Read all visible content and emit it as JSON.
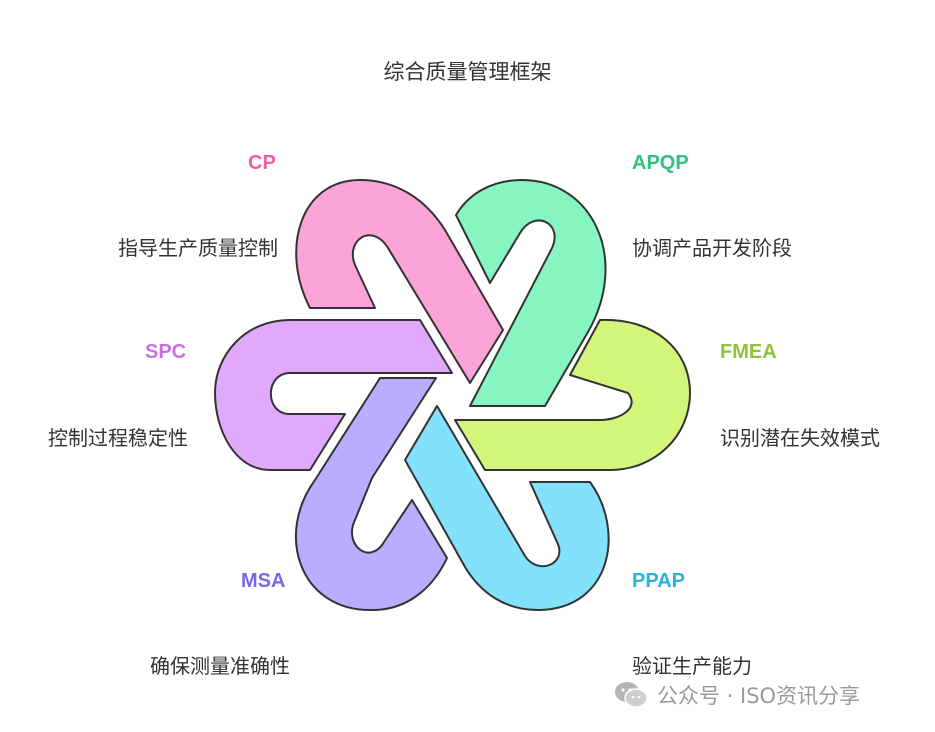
{
  "title": "综合质量管理框架",
  "colors": {
    "cp": "#ef5ea8",
    "apqp": "#2fc17f",
    "fmea": "#8fc23a",
    "ppap": "#25b3e0",
    "msa": "#7b66e8",
    "spc": "#c76ee8",
    "cp_fill": "#fca3d7",
    "apqp_fill": "#86f5c2",
    "fmea_fill": "#d3f57a",
    "ppap_fill": "#83e1fb",
    "msa_fill": "#baacff",
    "spc_fill": "#e1a9fb"
  },
  "nodes": {
    "cp": {
      "title": "CP",
      "desc": "指导生产质量控制"
    },
    "apqp": {
      "title": "APQP",
      "desc": "协调产品开发阶段"
    },
    "fmea": {
      "title": "FMEA",
      "desc": "识别潜在失效模式"
    },
    "ppap": {
      "title": "PPAP",
      "desc": "验证生产能力"
    },
    "msa": {
      "title": "MSA",
      "desc": "确保测量准确性"
    },
    "spc": {
      "title": "SPC",
      "desc": "控制过程稳定性"
    }
  },
  "watermark": {
    "text": "公众号 · ISO资讯分享",
    "icon": "wechat-icon"
  }
}
